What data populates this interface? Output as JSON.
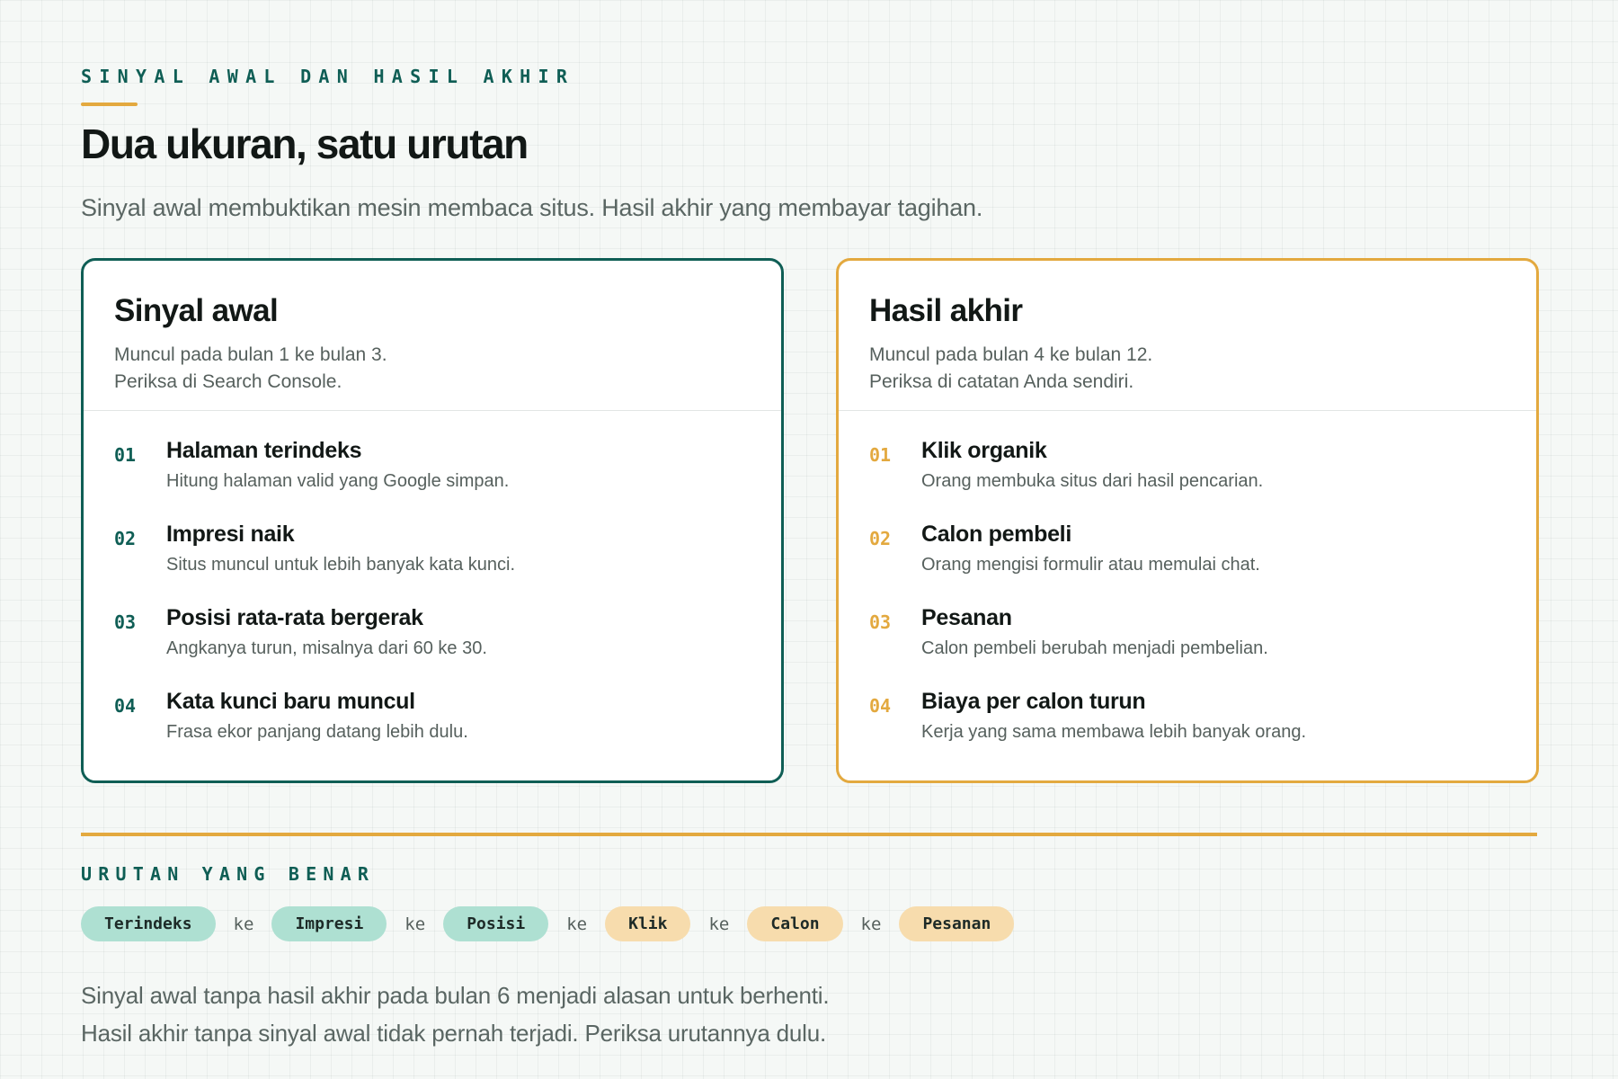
{
  "header": {
    "eyebrow": "SINYAL AWAL DAN HASIL AKHIR",
    "title": "Dua ukuran, satu urutan",
    "subtitle": "Sinyal awal membuktikan mesin membaca situs. Hasil akhir yang membayar tagihan."
  },
  "cards": {
    "early": {
      "title": "Sinyal awal",
      "note_1": "Muncul pada bulan 1 ke bulan 3.",
      "note_2": "Periksa di Search Console.",
      "items": [
        {
          "num": "01",
          "title": "Halaman terindeks",
          "desc": "Hitung halaman valid yang Google simpan."
        },
        {
          "num": "02",
          "title": "Impresi naik",
          "desc": "Situs muncul untuk lebih banyak kata kunci."
        },
        {
          "num": "03",
          "title": "Posisi rata-rata bergerak",
          "desc": "Angkanya turun, misalnya dari 60 ke 30."
        },
        {
          "num": "04",
          "title": "Kata kunci baru muncul",
          "desc": "Frasa ekor panjang datang lebih dulu."
        }
      ]
    },
    "late": {
      "title": "Hasil akhir",
      "note_1": "Muncul pada bulan 4 ke bulan 12.",
      "note_2": "Periksa di catatan Anda sendiri.",
      "items": [
        {
          "num": "01",
          "title": "Klik organik",
          "desc": "Orang membuka situs dari hasil pencarian."
        },
        {
          "num": "02",
          "title": "Calon pembeli",
          "desc": "Orang mengisi formulir atau memulai chat."
        },
        {
          "num": "03",
          "title": "Pesanan",
          "desc": "Calon pembeli berubah menjadi pembelian."
        },
        {
          "num": "04",
          "title": "Biaya per calon turun",
          "desc": "Kerja yang sama membawa lebih banyak orang."
        }
      ]
    }
  },
  "sequence": {
    "label": "URUTAN YANG BENAR",
    "separator": "ke",
    "steps": [
      "Terindeks",
      "Impresi",
      "Posisi",
      "Klik",
      "Calon",
      "Pesanan"
    ]
  },
  "closing": {
    "line_1": "Sinyal awal tanpa hasil akhir pada bulan 6 menjadi alasan untuk berhenti.",
    "line_2": "Hasil akhir tanpa sinyal awal tidak pernah terjadi. Periksa urutannya dulu."
  },
  "colors": {
    "teal": "#0f5e55",
    "amber": "#e3a93f",
    "teal_chip": "#aee0d2",
    "amber_chip": "#f7dcad"
  }
}
